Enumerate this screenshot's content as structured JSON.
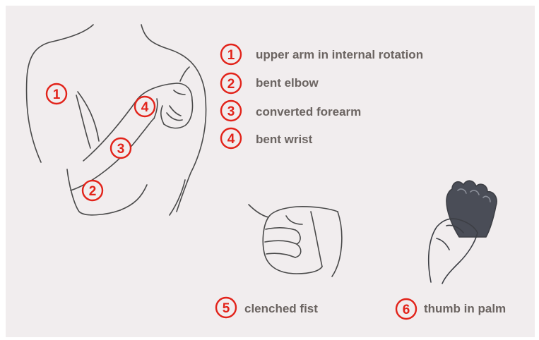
{
  "legend": [
    {
      "num": "1",
      "text": "upper arm in internal rotation"
    },
    {
      "num": "2",
      "text": "bent elbow"
    },
    {
      "num": "3",
      "text": "converted forearm"
    },
    {
      "num": "4",
      "text": "bent wrist"
    }
  ],
  "arm_markers": [
    "1",
    "2",
    "3",
    "4"
  ],
  "hands": [
    {
      "num": "5",
      "text": "clenched fist"
    },
    {
      "num": "6",
      "text": "thumb in palm"
    }
  ],
  "colors": {
    "marker_red": "#e2231a",
    "label_gray": "#6b6461",
    "background": "#f1edee",
    "line": "#4a4a4a"
  }
}
